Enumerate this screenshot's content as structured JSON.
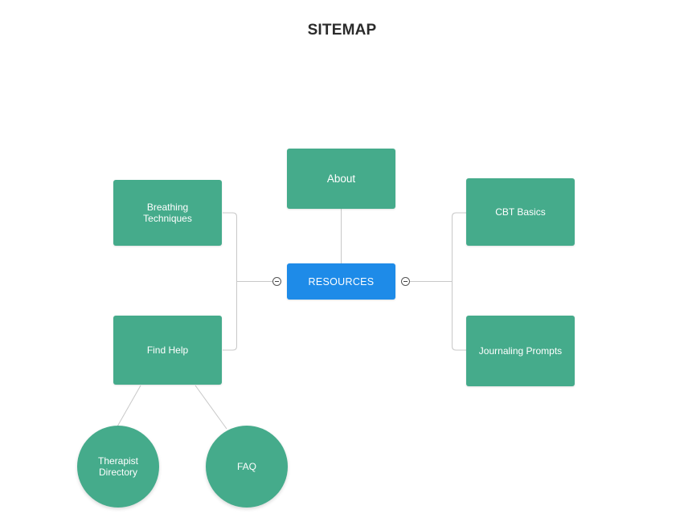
{
  "title": "SITEMAP",
  "colors": {
    "node": "#45ab8b",
    "root": "#1e8be8",
    "connector": "#c8c8c8",
    "title": "#2b2b2b"
  },
  "root": {
    "label": "RESOURCES"
  },
  "nodes": {
    "about": "About",
    "breathing": "Breathing\nTechniques",
    "find_help": "Find Help",
    "cbt": "CBT Basics",
    "journaling": "Journaling Prompts",
    "therapist": "Therapist\nDirectory",
    "faq": "FAQ"
  },
  "toggles": {
    "left": "collapse-icon",
    "right": "collapse-icon"
  }
}
